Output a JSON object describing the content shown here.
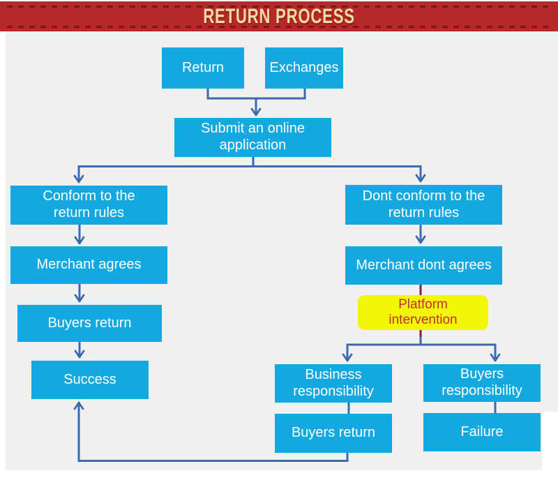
{
  "banner": {
    "title": "RETURN PROCESS",
    "bg_color": "#b7282a",
    "dash_color": "#7e1516",
    "title_color": "#f1dca0"
  },
  "colors": {
    "node_fill": "#14a8e0",
    "node_text_color": "#ffffff",
    "connector_blue": "#3b6ab0",
    "connector_maroon": "#8c2033",
    "highlight_fill": "#f4f607",
    "highlight_text_color": "#c22e3d",
    "canvas_bg": "#f0f0ee",
    "page_bg": "#ffffff"
  },
  "nodes": {
    "return": {
      "label": "Return"
    },
    "exchanges": {
      "label": "Exchanges"
    },
    "submit": {
      "label": [
        "Submit an online",
        "application"
      ]
    },
    "conform": {
      "label": [
        "Conform to the",
        "return rules"
      ]
    },
    "dont_conform": {
      "label": [
        "Dont conform to the",
        "return rules"
      ]
    },
    "merchant_agrees": {
      "label": "Merchant agrees"
    },
    "merchant_dont_agrees": {
      "label": "Merchant dont agrees"
    },
    "buyers_return_left": {
      "label": "Buyers return"
    },
    "success": {
      "label": "Success"
    },
    "platform_intervention": {
      "label": [
        "Platform",
        "intervention"
      ]
    },
    "business_responsibility": {
      "label": [
        "Business",
        "responsibility"
      ]
    },
    "buyers_responsibility": {
      "label": [
        "Buyers",
        "responsibility"
      ]
    },
    "buyers_return_bottom": {
      "label": "Buyers return"
    },
    "failure": {
      "label": "Failure"
    }
  },
  "edges": [
    {
      "from": "Return",
      "to": "Submit an online application"
    },
    {
      "from": "Exchanges",
      "to": "Submit an online application"
    },
    {
      "from": "Submit an online application",
      "to": "Conform to the return rules"
    },
    {
      "from": "Submit an online application",
      "to": "Dont conform to the return rules"
    },
    {
      "from": "Conform to the return rules",
      "to": "Merchant agrees"
    },
    {
      "from": "Merchant agrees",
      "to": "Buyers return"
    },
    {
      "from": "Buyers return",
      "to": "Success"
    },
    {
      "from": "Dont conform to the return rules",
      "to": "Merchant dont agrees"
    },
    {
      "from": "Merchant dont agrees",
      "to": "Platform intervention"
    },
    {
      "from": "Platform intervention",
      "to": "Business responsibility"
    },
    {
      "from": "Platform intervention",
      "to": "Buyers responsibility"
    },
    {
      "from": "Business responsibility",
      "to": "Buyers return"
    },
    {
      "from": "Buyers return (business)",
      "to": "Success"
    },
    {
      "from": "Buyers responsibility",
      "to": "Failure"
    }
  ]
}
